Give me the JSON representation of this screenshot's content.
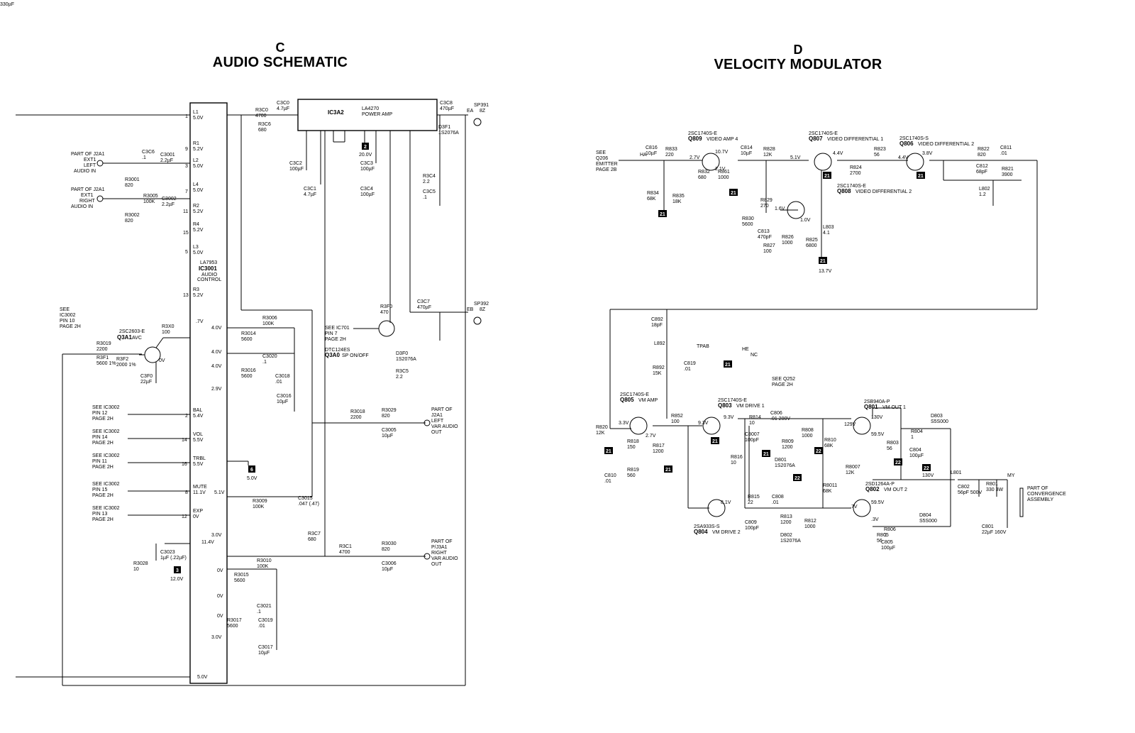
{
  "panel_c": {
    "letter": "C",
    "title": "AUDIO SCHEMATIC",
    "ic": [
      "LA7953",
      "IC3001",
      "AUDIO",
      "CONTROL"
    ],
    "power_amp": [
      "IC3A2",
      "LA4270",
      "POWER AMP"
    ],
    "pin_labels": [
      {
        "name": "L1",
        "v": "5.0V",
        "n": "1"
      },
      {
        "name": "R1",
        "v": "5.2V",
        "n": "9"
      },
      {
        "name": "L2",
        "v": "5.0V",
        "n": "3"
      },
      {
        "name": "L4",
        "v": "5.0V",
        "n": "7"
      },
      {
        "name": "R2",
        "v": "5.2V",
        "n": "11"
      },
      {
        "name": "R4",
        "v": "5.2V",
        "n": "15"
      },
      {
        "name": "L3",
        "v": "5.0V",
        "n": "5"
      },
      {
        "name": "R3",
        "v": "5.2V",
        "n": "13"
      }
    ],
    "controls": [
      {
        "ref": [
          "SEE IC3002",
          "PIN 12",
          "PAGE 2H"
        ],
        "name": "BAL",
        "v": "5.4V",
        "n": "2"
      },
      {
        "ref": [
          "SEE IC3002",
          "PIN 14",
          "PAGE 2H"
        ],
        "name": "VOL",
        "v": "5.5V",
        "n": "14"
      },
      {
        "ref": [
          "SEE IC3002",
          "PIN 11",
          "PAGE 2H"
        ],
        "name": "TRBL",
        "v": "5.5V",
        "n": "16"
      },
      {
        "ref": [
          "SEE IC3002",
          "PIN 15",
          "PAGE 2H"
        ],
        "name": "MUTE",
        "v": "11.1V",
        "n": "8"
      },
      {
        "ref": [
          "SEE IC3002",
          "PIN 13",
          "PAGE 2H"
        ],
        "name": "EXP",
        "v": "0V",
        "n": "12"
      }
    ],
    "inputs": {
      "left": [
        "PART OF J2A1",
        "EXT1",
        "LEFT",
        "AUDIO IN"
      ],
      "right": [
        "PART OF J2A1",
        "EXT1",
        "RIGHT",
        "AUDIO IN"
      ]
    },
    "outputs": {
      "left": [
        "PART OF",
        "J2A1",
        "LEFT",
        "VAR AUDIO",
        "OUT"
      ],
      "right": [
        "PART OF",
        "P/J3A1",
        "RIGHT",
        "VAR AUDIO",
        "OUT"
      ]
    },
    "speakers": [
      {
        "ref": "SP391",
        "ohm": "8Z",
        "tag": "EA"
      },
      {
        "ref": "SP392",
        "ohm": "8Z",
        "tag": "EB"
      }
    ],
    "transistors": [
      {
        "ref": "Q3A1",
        "part": "2SC2603-E",
        "desc": "AVC"
      },
      {
        "ref": "Q3A0",
        "part": "DTC124ES",
        "desc": "SP ON/OFF"
      }
    ],
    "see_ic3002": [
      "SEE",
      "IC3002",
      "PIN 10",
      "PAGE 2H"
    ],
    "see_ic701": [
      "SEE IC701",
      "PIN 7",
      "PAGE 2H"
    ],
    "components": [
      {
        "ref": "R3C0",
        "val": "4700"
      },
      {
        "ref": "C3C0",
        "val": "4.7µF"
      },
      {
        "ref": "R3C6",
        "val": "680"
      },
      {
        "ref": "C3C2",
        "val": "100µF"
      },
      {
        "ref": "C3C1",
        "val": "4.7µF"
      },
      {
        "ref": "C3C3",
        "val": "100µF"
      },
      {
        "ref": "C3C4",
        "val": "100µF"
      },
      {
        "ref": "C3C8",
        "val": "470µF"
      },
      {
        "ref": "D3F1",
        "val": "1S2076A"
      },
      {
        "ref": "R3C4",
        "val": "2.2"
      },
      {
        "ref": "C3C5",
        "val": ".1"
      },
      {
        "ref": "R3F0",
        "val": "470"
      },
      {
        "ref": "C3C7",
        "val": "470µF"
      },
      {
        "ref": "D3F0",
        "val": "1S2076A"
      },
      {
        "ref": "R3C5",
        "val": "2.2"
      },
      {
        "ref": "C3C6",
        "val": ".1"
      },
      {
        "ref": "C3001",
        "val": "2.2µF"
      },
      {
        "ref": "R3001",
        "val": "820"
      },
      {
        "ref": "R3005",
        "val": "100K"
      },
      {
        "ref": "C3002",
        "val": "2.2µF"
      },
      {
        "ref": "R3002",
        "val": "820"
      },
      {
        "ref": "R3006",
        "val": "100K"
      },
      {
        "ref": "R3014",
        "val": "5600"
      },
      {
        "ref": "C3020",
        "val": ".1"
      },
      {
        "ref": "R3016",
        "val": "5600"
      },
      {
        "ref": "C3018",
        "val": ".01"
      },
      {
        "ref": "C3016",
        "val": "10µF"
      },
      {
        "ref": "R3018",
        "val": "2200"
      },
      {
        "ref": "R3029",
        "val": "820"
      },
      {
        "ref": "C3005",
        "val": "10µF"
      },
      {
        "ref": "R3009",
        "val": "100K"
      },
      {
        "ref": "C3015",
        "val": ".047 (.47)"
      },
      {
        "ref": "R3C7",
        "val": "680"
      },
      {
        "ref": "R3C1",
        "val": "4700"
      },
      {
        "ref": "R3030",
        "val": "820"
      },
      {
        "ref": "C3006",
        "val": "10µF"
      },
      {
        "ref": "R3010",
        "val": "100K"
      },
      {
        "ref": "R3015",
        "val": "5600"
      },
      {
        "ref": "C3021",
        "val": ".1"
      },
      {
        "ref": "R3017",
        "val": "5600"
      },
      {
        "ref": "C3019",
        "val": ".01"
      },
      {
        "ref": "C3017",
        "val": "10µF"
      },
      {
        "ref": "R3019",
        "val": "2200"
      },
      {
        "ref": "R3F1",
        "val": "5600 1%"
      },
      {
        "ref": "R3F2",
        "val": "2000 1%"
      },
      {
        "ref": "C3F0",
        "val": "22µF"
      },
      {
        "ref": "R3X0",
        "val": "100"
      },
      {
        "ref": "C3023",
        "val": "1µF (.22µF)"
      },
      {
        "ref": "R3028",
        "val": "10"
      },
      {
        "ref": "C3022",
        "val": "330µF"
      }
    ],
    "tags": [
      "2",
      "6",
      "3"
    ],
    "voltages": [
      "4.0V",
      "4.0V",
      "4.0V",
      "2.9V",
      "3.0V",
      "5.1V",
      "11.4V",
      "0V",
      "0V",
      "0V",
      "3.0V",
      "5.0V",
      "20.0V",
      "5.0V",
      "12.0V",
      ".7V",
      "0V"
    ]
  },
  "panel_d": {
    "letter": "D",
    "title": "VELOCITY MODULATOR",
    "see_q206": [
      "SEE",
      "Q206",
      "EMITTER",
      "PAGE 2B"
    ],
    "see_q252": [
      "SEE Q252",
      "PAGE 2H"
    ],
    "convergence": [
      "PART OF",
      "CONVERGENCE",
      "ASSEMBLY"
    ],
    "transistors": [
      {
        "ref": "Q809",
        "part": "2SC1740S-E",
        "desc": "VIDEO AMP 4"
      },
      {
        "ref": "Q807",
        "part": "2SC1740S-E",
        "desc": "VIDEO DIFFERENTIAL 1"
      },
      {
        "ref": "Q806",
        "part": "2SC1740S-S",
        "desc": "VIDEO DIFFERENTIAL 2"
      },
      {
        "ref": "Q808",
        "part": "2SC1740S-E",
        "desc": "VIDEO DIFFERENTIAL 2"
      },
      {
        "ref": "Q805",
        "part": "2SC1740S-E",
        "desc": "VM AMP"
      },
      {
        "ref": "Q803",
        "part": "2SC1740S-E",
        "desc": "VM DRIVE 1"
      },
      {
        "ref": "Q801",
        "part": "2SB940A-P",
        "desc": "VM OUT 1"
      },
      {
        "ref": "Q804",
        "part": "2SA933S-S",
        "desc": "VM DRIVE 2"
      },
      {
        "ref": "Q802",
        "part": "2SD1264A-P",
        "desc": "VM OUT 2"
      }
    ],
    "components": [
      {
        "ref": "C816",
        "val": "10µF"
      },
      {
        "ref": "R833",
        "val": "220"
      },
      {
        "ref": "R834",
        "val": "68K"
      },
      {
        "ref": "R835",
        "val": "18K"
      },
      {
        "ref": "R832",
        "val": "680"
      },
      {
        "ref": "R861",
        "val": "1000"
      },
      {
        "ref": "C814",
        "val": "10µF"
      },
      {
        "ref": "R828",
        "val": "12K"
      },
      {
        "ref": "R829",
        "val": "270"
      },
      {
        "ref": "R830",
        "val": "5600"
      },
      {
        "ref": "C813",
        "val": "470pF"
      },
      {
        "ref": "R827",
        "val": "100"
      },
      {
        "ref": "R826",
        "val": "1000"
      },
      {
        "ref": "R825",
        "val": "6800"
      },
      {
        "ref": "L803",
        "val": "4.1"
      },
      {
        "ref": "R823",
        "val": "56"
      },
      {
        "ref": "R824",
        "val": "2700"
      },
      {
        "ref": "R822",
        "val": "820"
      },
      {
        "ref": "C812",
        "val": "68pF"
      },
      {
        "ref": "C811",
        "val": ".01"
      },
      {
        "ref": "R821",
        "val": "3900"
      },
      {
        "ref": "L802",
        "val": "1.2"
      },
      {
        "ref": "C892",
        "val": "18pF"
      },
      {
        "ref": "L892",
        "val": ""
      },
      {
        "ref": "R892",
        "val": "15K"
      },
      {
        "ref": "C819",
        "val": ".01"
      },
      {
        "ref": "R820",
        "val": "12K"
      },
      {
        "ref": "R818",
        "val": "150"
      },
      {
        "ref": "R819",
        "val": "560"
      },
      {
        "ref": "C810",
        "val": ".01"
      },
      {
        "ref": "R852",
        "val": "100"
      },
      {
        "ref": "R817",
        "val": "1200"
      },
      {
        "ref": "R814",
        "val": "10"
      },
      {
        "ref": "C806",
        "val": ".01 200V"
      },
      {
        "ref": "C8007",
        "val": "100pF"
      },
      {
        "ref": "R816",
        "val": "10"
      },
      {
        "ref": "R809",
        "val": "1200"
      },
      {
        "ref": "D801",
        "val": "1S2076A"
      },
      {
        "ref": "R808",
        "val": "1000"
      },
      {
        "ref": "R810",
        "val": "68K"
      },
      {
        "ref": "R8007",
        "val": "12K"
      },
      {
        "ref": "R8011",
        "val": "68K"
      },
      {
        "ref": "R815",
        "val": "22"
      },
      {
        "ref": "C808",
        "val": ".01"
      },
      {
        "ref": "C809",
        "val": "100pF"
      },
      {
        "ref": "R813",
        "val": "1200"
      },
      {
        "ref": "D802",
        "val": "1S2076A"
      },
      {
        "ref": "R812",
        "val": "1000"
      },
      {
        "ref": "R804",
        "val": "1"
      },
      {
        "ref": "R803",
        "val": "56"
      },
      {
        "ref": "C804",
        "val": "100µF"
      },
      {
        "ref": "D803",
        "val": "S5S000"
      },
      {
        "ref": "D804",
        "val": "S5S000"
      },
      {
        "ref": "R805",
        "val": "56"
      },
      {
        "ref": "R806",
        "val": "1"
      },
      {
        "ref": "C805",
        "val": "100µF"
      },
      {
        "ref": "L801",
        "val": ""
      },
      {
        "ref": "C802",
        "val": "56pF 500V"
      },
      {
        "ref": "R801",
        "val": "330 3W"
      },
      {
        "ref": "C801",
        "val": "22µF 160V"
      }
    ],
    "tags": [
      "21",
      "22"
    ],
    "voltages": [
      "2.7V",
      "10.7V",
      "2.1V",
      "5.1V",
      "4.4V",
      "4.4V",
      "3.8V",
      "1.6V",
      "1.0V",
      "13.7V",
      "3.3V",
      "2.7V",
      "9.3V",
      "9.3V",
      "129V",
      "130V",
      "59.5V",
      "8.1V",
      ".7V",
      "59.5V",
      ".3V",
      "130V"
    ],
    "labels": {
      "tpab": "TPAB",
      "ha": "HA",
      "he": "HE",
      "nc": "NC",
      "my": "MY"
    }
  }
}
